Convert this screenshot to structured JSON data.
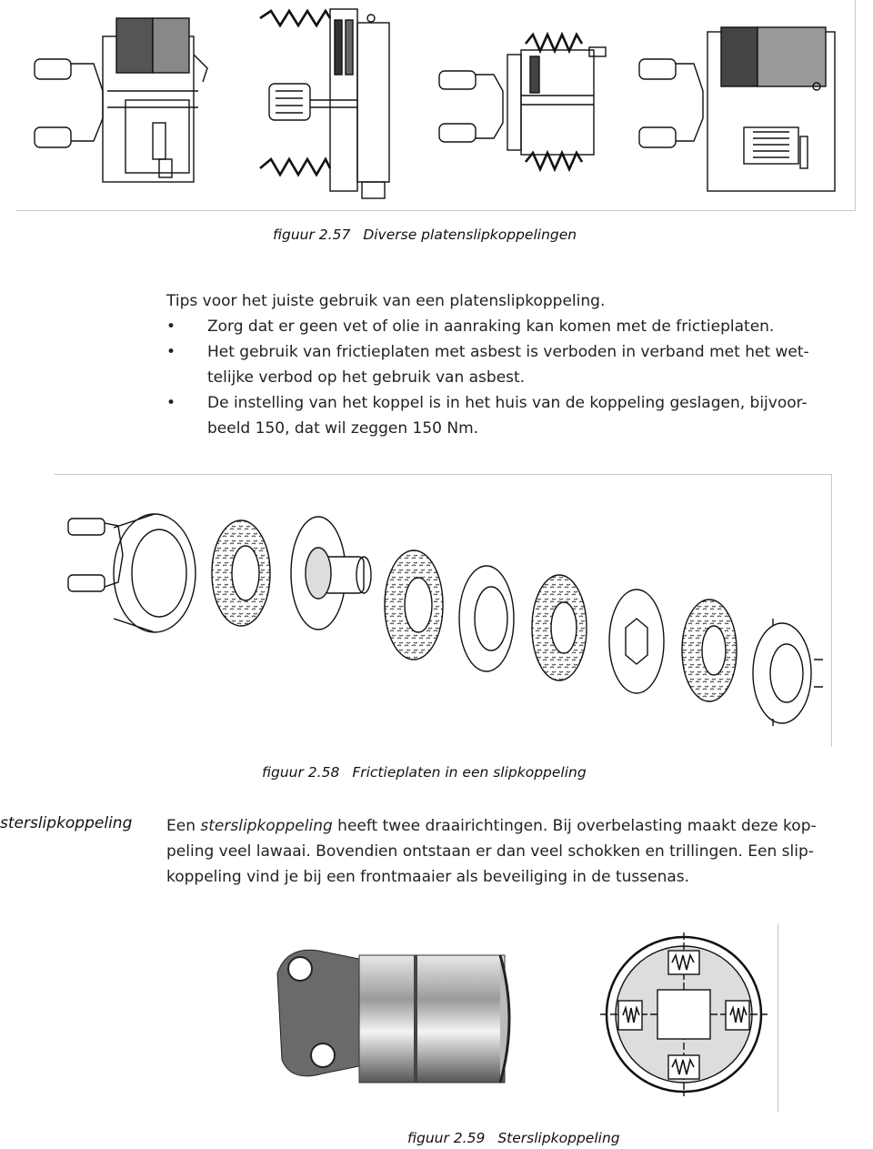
{
  "figure_257": {
    "number": "figuur 2.57",
    "title": "Diverse platenslipkoppelingen"
  },
  "tips": {
    "intro": "Tips voor het juiste gebruik van een platenslipkoppeling.",
    "bullets": [
      {
        "line1": "Zorg dat er geen vet of olie in aanraking kan komen met de frictieplaten.",
        "line2": ""
      },
      {
        "line1": "Het gebruik van frictieplaten met asbest is verboden in verband met het wet-",
        "line2": "telijke verbod op het gebruik van asbest."
      },
      {
        "line1": "De instelling van het koppel is in het huis van de koppeling geslagen, bijvoor-",
        "line2": "beeld 150, dat wil zeggen 150 Nm."
      }
    ],
    "bullet_glyph": "•"
  },
  "figure_258": {
    "number": "figuur 2.58",
    "title": "Frictieplaten in een slipkoppeling"
  },
  "section": {
    "side_label": "sterslipkoppeling",
    "para_prefix": "Een ",
    "para_term": "sterslipkoppeling",
    "para_line1_rest": " heeft twee draairichtingen. Bij overbelasting maakt deze kop-",
    "para_line2": "peling veel lawaai. Bovendien ontstaan er dan veel schokken en trillingen. Een slip-",
    "para_line3": "koppeling vind je bij een frontmaaier als beveiliging in de tussenas."
  },
  "figure_259": {
    "number": "figuur 2.59",
    "title": "Sterslipkoppeling"
  }
}
